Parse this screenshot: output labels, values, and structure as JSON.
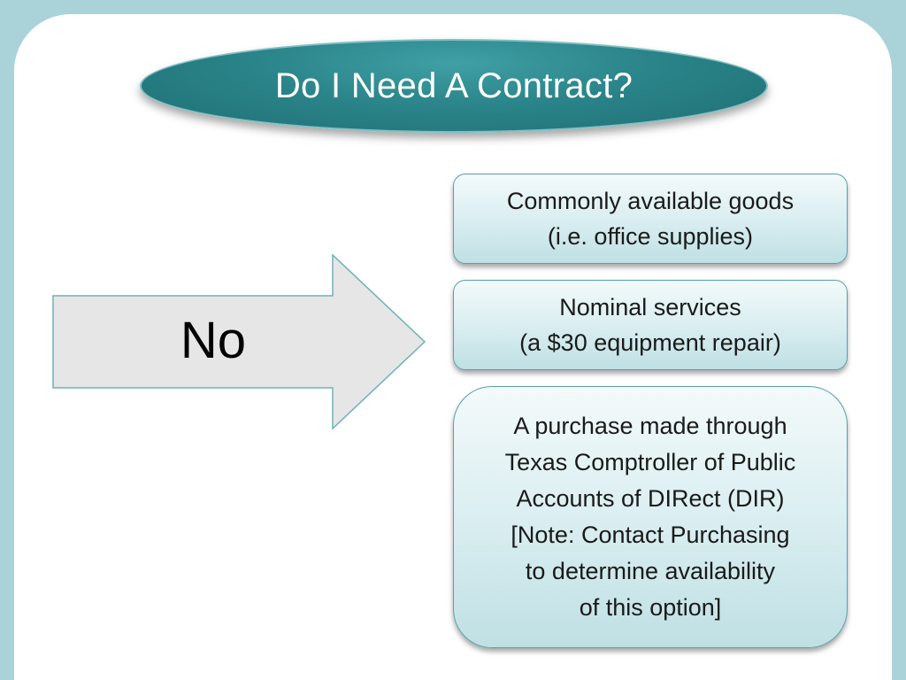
{
  "slide": {
    "title": "Do I Need A Contract?",
    "arrow_label": "No",
    "options": [
      {
        "lines": [
          "Commonly available goods",
          "(i.e. office supplies)"
        ]
      },
      {
        "lines": [
          "Nominal services",
          "(a $30 equipment repair)"
        ]
      },
      {
        "lines": [
          "A purchase made through",
          "Texas Comptroller of Public",
          "Accounts of DIRect (DIR)",
          "[Note: Contact Purchasing",
          "to determine availability",
          "of this option]"
        ]
      }
    ]
  },
  "colors": {
    "background": "#a9d3d8",
    "title_fill": "#2a8489",
    "arrow_fill": "#e6e6e6",
    "box_border": "#5aa0a8"
  }
}
